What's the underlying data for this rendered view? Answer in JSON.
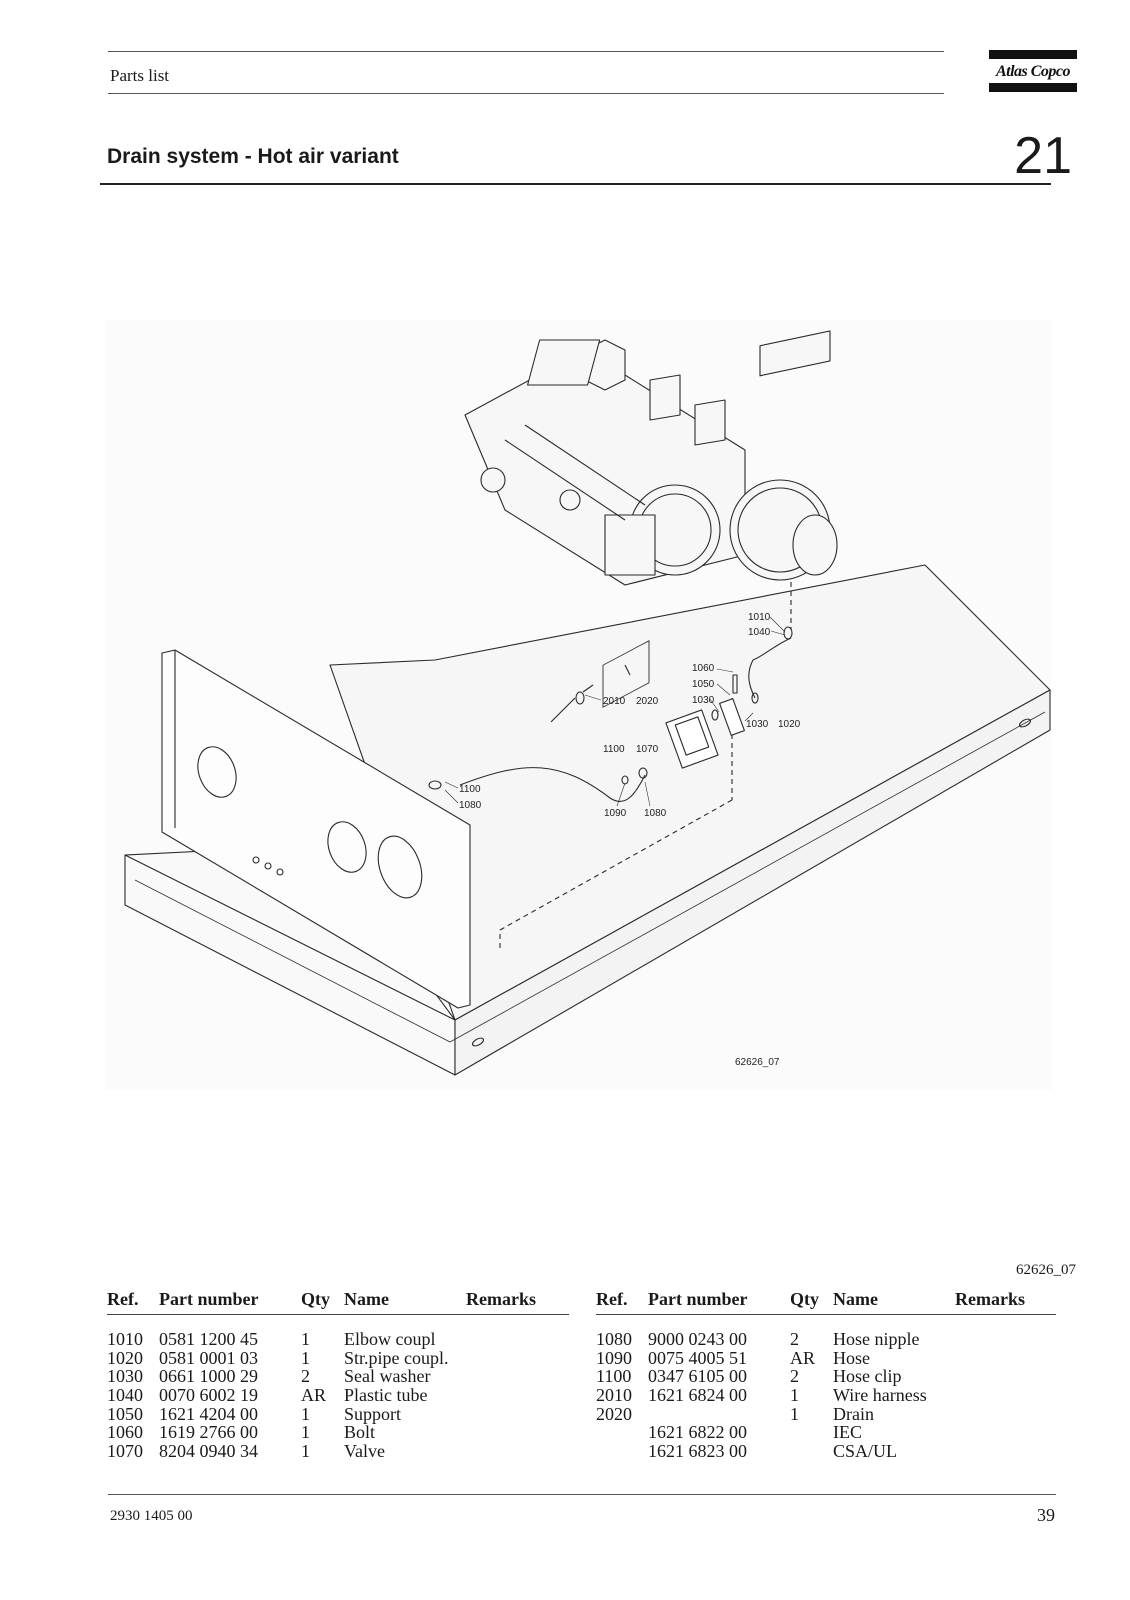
{
  "header": {
    "section_label": "Parts list",
    "brand": "Atlas Copco"
  },
  "section": {
    "title": "Drain system - Hot air variant",
    "number": "21"
  },
  "drawing": {
    "code": "62626_07",
    "callouts": [
      "1010",
      "1040",
      "1060",
      "1050",
      "1030",
      "2010",
      "2020",
      "1030",
      "1020",
      "1100",
      "1070",
      "1100",
      "1080",
      "1090",
      "1080"
    ]
  },
  "figure_code": "62626_07",
  "columns": {
    "ref": "Ref.",
    "part_number": "Part number",
    "qty": "Qty",
    "name": "Name",
    "remarks": "Remarks"
  },
  "parts_left": [
    {
      "ref": "1010",
      "part_number": "0581 1200 45",
      "qty": "1",
      "name": "Elbow coupl",
      "remarks": ""
    },
    {
      "ref": "1020",
      "part_number": "0581 0001 03",
      "qty": "1",
      "name": "Str.pipe coupl.",
      "remarks": ""
    },
    {
      "ref": "1030",
      "part_number": "0661 1000 29",
      "qty": "2",
      "name": "Seal washer",
      "remarks": ""
    },
    {
      "ref": "1040",
      "part_number": "0070 6002 19",
      "qty": "AR",
      "name": "Plastic tube",
      "remarks": ""
    },
    {
      "ref": "1050",
      "part_number": "1621 4204 00",
      "qty": "1",
      "name": "Support",
      "remarks": ""
    },
    {
      "ref": "1060",
      "part_number": "1619 2766 00",
      "qty": "1",
      "name": "Bolt",
      "remarks": ""
    },
    {
      "ref": "1070",
      "part_number": "8204 0940 34",
      "qty": "1",
      "name": "Valve",
      "remarks": ""
    }
  ],
  "parts_right": [
    {
      "ref": "1080",
      "part_number": "9000 0243 00",
      "qty": "2",
      "name": "Hose nipple",
      "remarks": ""
    },
    {
      "ref": "1090",
      "part_number": "0075 4005 51",
      "qty": "AR",
      "name": "Hose",
      "remarks": ""
    },
    {
      "ref": "1100",
      "part_number": "0347 6105 00",
      "qty": "2",
      "name": "Hose clip",
      "remarks": ""
    },
    {
      "ref": "2010",
      "part_number": "1621 6824 00",
      "qty": "1",
      "name": "Wire harness",
      "remarks": ""
    },
    {
      "ref": "2020",
      "part_number": "",
      "qty": "1",
      "name": "Drain",
      "remarks": ""
    },
    {
      "ref": "",
      "part_number": "1621 6822 00",
      "qty": "",
      "name": "IEC",
      "remarks": ""
    },
    {
      "ref": "",
      "part_number": "1621 6823 00",
      "qty": "",
      "name": "CSA/UL",
      "remarks": ""
    }
  ],
  "footer": {
    "doc_number": "2930 1405 00",
    "page_number": "39"
  }
}
